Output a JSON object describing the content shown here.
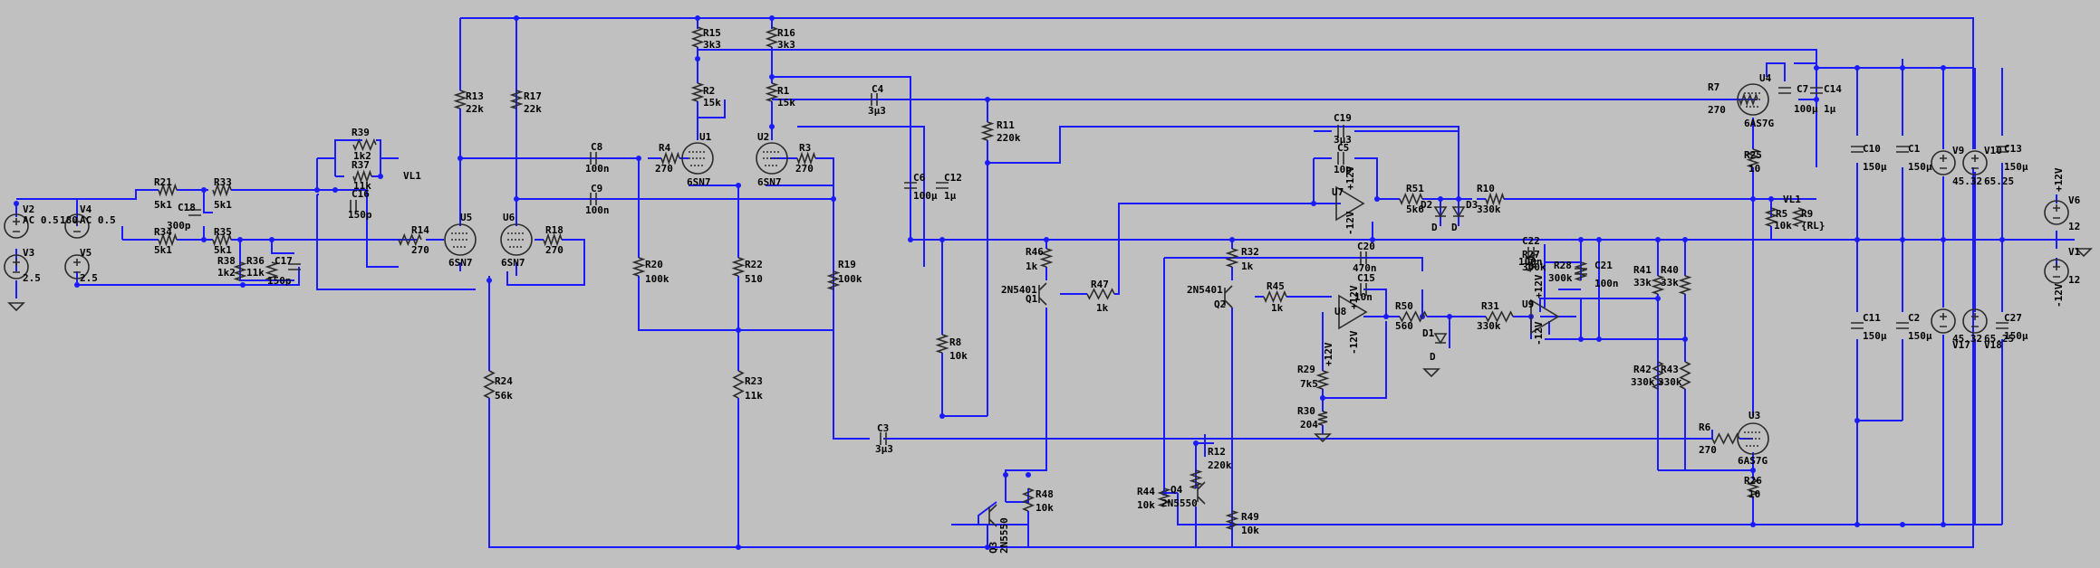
{
  "resistors": [
    {
      "ref": "R15",
      "val": "3k3"
    },
    {
      "ref": "R16",
      "val": "3k3"
    },
    {
      "ref": "R13",
      "val": "22k"
    },
    {
      "ref": "R17",
      "val": "22k"
    },
    {
      "ref": "R2",
      "val": "15k"
    },
    {
      "ref": "R1",
      "val": "15k"
    },
    {
      "ref": "R11",
      "val": "220k"
    },
    {
      "ref": "R7",
      "val": "270"
    },
    {
      "ref": "R39",
      "val": "1k2"
    },
    {
      "ref": "R37",
      "val": "11k"
    },
    {
      "ref": "R21",
      "val": "5k1"
    },
    {
      "ref": "R33",
      "val": "5k1"
    },
    {
      "ref": "R34",
      "val": "5k1"
    },
    {
      "ref": "R35",
      "val": "5k1"
    },
    {
      "ref": "R38",
      "val": "1k2"
    },
    {
      "ref": "R36",
      "val": "11k"
    },
    {
      "ref": "R4",
      "val": "270"
    },
    {
      "ref": "R3",
      "val": "270"
    },
    {
      "ref": "R14",
      "val": "270"
    },
    {
      "ref": "R18",
      "val": "270"
    },
    {
      "ref": "R20",
      "val": "100k"
    },
    {
      "ref": "R22",
      "val": "510"
    },
    {
      "ref": "R19",
      "val": "100k"
    },
    {
      "ref": "R23",
      "val": "11k"
    },
    {
      "ref": "R24",
      "val": "56k"
    },
    {
      "ref": "R25",
      "val": "10"
    },
    {
      "ref": "R51",
      "val": "5k6"
    },
    {
      "ref": "R10",
      "val": "330k"
    },
    {
      "ref": "R5",
      "val": "10k"
    },
    {
      "ref": "R9",
      "val": "{RL}"
    },
    {
      "ref": "R46",
      "val": "1k"
    },
    {
      "ref": "R47",
      "val": "1k"
    },
    {
      "ref": "R32",
      "val": "1k"
    },
    {
      "ref": "R45",
      "val": "1k"
    },
    {
      "ref": "R50",
      "val": "560"
    },
    {
      "ref": "R31",
      "val": "330k"
    },
    {
      "ref": "R27",
      "val": "300k"
    },
    {
      "ref": "R28",
      "val": "300k"
    },
    {
      "ref": "R41",
      "val": "33k"
    },
    {
      "ref": "R40",
      "val": "33k"
    },
    {
      "ref": "R42",
      "val": "330k"
    },
    {
      "ref": "R43",
      "val": "330k"
    },
    {
      "ref": "R29",
      "val": "7k5"
    },
    {
      "ref": "R30",
      "val": "204"
    },
    {
      "ref": "R8",
      "val": "10k"
    },
    {
      "ref": "R6",
      "val": "270"
    },
    {
      "ref": "R12",
      "val": "220k"
    },
    {
      "ref": "R48",
      "val": "10k"
    },
    {
      "ref": "R44",
      "val": "10k"
    },
    {
      "ref": "R49",
      "val": "10k"
    },
    {
      "ref": "R26",
      "val": "10"
    }
  ],
  "capacitors": [
    {
      "ref": "C4",
      "val": "3µ3"
    },
    {
      "ref": "C18",
      "val": "300p"
    },
    {
      "ref": "C16",
      "val": "150p"
    },
    {
      "ref": "C17",
      "val": "150p"
    },
    {
      "ref": "C8",
      "val": "100n"
    },
    {
      "ref": "C9",
      "val": "100n"
    },
    {
      "ref": "C6",
      "val": "100µ"
    },
    {
      "ref": "C12",
      "val": "1µ"
    },
    {
      "ref": "C19",
      "val": "3µ3"
    },
    {
      "ref": "C5",
      "val": "10p"
    },
    {
      "ref": "C20",
      "val": "470n"
    },
    {
      "ref": "C15",
      "val": "10n"
    },
    {
      "ref": "C22",
      "val": "100n"
    },
    {
      "ref": "C21",
      "val": "100n"
    },
    {
      "ref": "C3",
      "val": "3µ3"
    },
    {
      "ref": "C7",
      "val": "100µ"
    },
    {
      "ref": "C14",
      "val": "1µ"
    },
    {
      "ref": "C10",
      "val": "150µ"
    },
    {
      "ref": "C1",
      "val": "150µ"
    },
    {
      "ref": "C13",
      "val": "150µ"
    },
    {
      "ref": "C11",
      "val": "150µ"
    },
    {
      "ref": "C2",
      "val": "150µ"
    },
    {
      "ref": "C27",
      "val": "150µ"
    }
  ],
  "tubes": [
    {
      "ref": "U1",
      "val": "6SN7"
    },
    {
      "ref": "U2",
      "val": "6SN7"
    },
    {
      "ref": "U5",
      "val": "6SN7"
    },
    {
      "ref": "U6",
      "val": "6SN7"
    },
    {
      "ref": "U4",
      "val": "6AS7G"
    },
    {
      "ref": "U3",
      "val": "6AS7G"
    }
  ],
  "transistors": [
    {
      "ref": "Q1",
      "val": "2N5401"
    },
    {
      "ref": "Q2",
      "val": "2N5401"
    },
    {
      "ref": "Q3",
      "val": "2N5550"
    },
    {
      "ref": "Q4",
      "val": "2N5550"
    }
  ],
  "opamps": [
    {
      "ref": "U7",
      "vp": "+12V",
      "vn": "-12V"
    },
    {
      "ref": "U8",
      "vp": "+12V",
      "vn": "-12V"
    },
    {
      "ref": "U9",
      "vp": "+12V",
      "vn": "-12V"
    }
  ],
  "diodes": [
    {
      "ref": "D2",
      "model": "D"
    },
    {
      "ref": "D3",
      "model": "D"
    },
    {
      "ref": "D1",
      "model": "D"
    }
  ],
  "sources": [
    {
      "ref": "V2",
      "val": "AC 0.5"
    },
    {
      "ref": "V4",
      "val": "AC 0.5"
    },
    {
      "ref": "V3",
      "val": "2.5"
    },
    {
      "ref": "V5",
      "val": "2.5"
    },
    {
      "ref": "V9",
      "val": "45.32"
    },
    {
      "ref": "V10",
      "val": "65.25"
    },
    {
      "ref": "V17",
      "val": "45.32"
    },
    {
      "ref": "V18",
      "val": "65.25"
    },
    {
      "ref": "V6",
      "val": "12"
    },
    {
      "ref": "V1",
      "val": "12"
    }
  ],
  "labels": {
    "vl1_a": "VL1",
    "vl1_b": "VL1",
    "v4_extra": "180",
    "r29_sup": "+12V",
    "v6_net": "+12V",
    "v1_net": "-12V"
  }
}
